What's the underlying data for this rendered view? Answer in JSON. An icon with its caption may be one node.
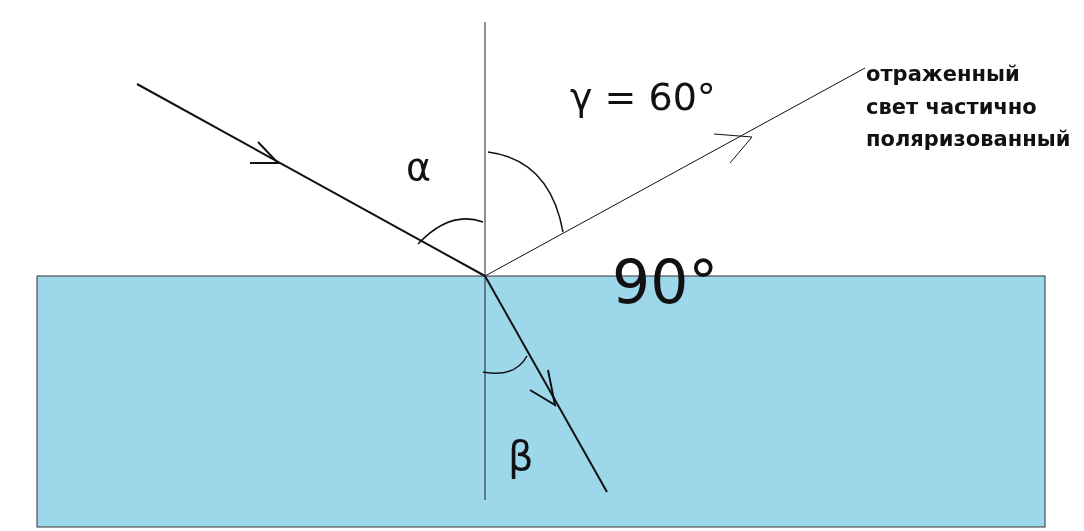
{
  "diagram": {
    "labels": [
      "γ = 60°",
      "отраженный свет частично поляризованный",
      "α",
      "90°",
      "β"
    ]
  }
}
